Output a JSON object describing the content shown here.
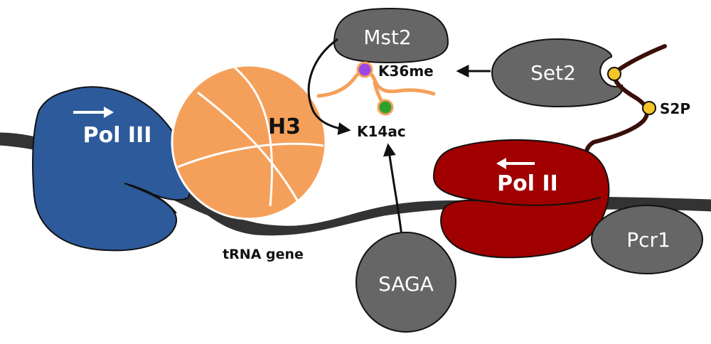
{
  "colors": {
    "dna": "#333333",
    "pol3": "#2d5a9a",
    "pol2": "#a00000",
    "histone": "#f5a05a",
    "histone_tail": "#f5a05a",
    "grey_protein": "#666666",
    "ctd": "#3a0f0a",
    "phospho": "#f7c42a",
    "methyl_mark": "#9b47e6",
    "acetyl_mark": "#2ca02c",
    "outline": "#111111"
  },
  "labels": {
    "pol3": "Pol III",
    "pol2": "Pol II",
    "histone": "H3",
    "mst2": "Mst2",
    "set2": "Set2",
    "k36me": "K36me",
    "k14ac": "K14ac",
    "s2p": "S2P",
    "saga": "SAGA",
    "pcr1": "Pcr1",
    "trna_gene": "tRNA gene"
  },
  "icons": {
    "pol3_direction": "arrow-right-icon",
    "pol2_direction": "arrow-left-icon"
  }
}
